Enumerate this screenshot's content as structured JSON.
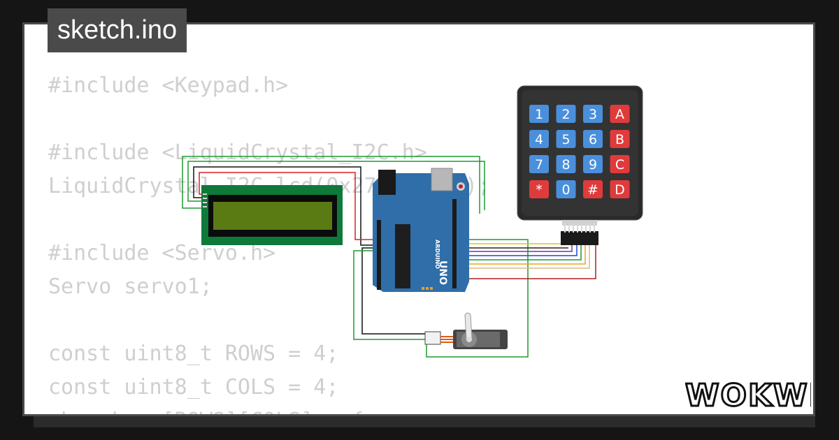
{
  "file_tab": {
    "label": "sketch.ino"
  },
  "code_lines": [
    "#include <Keypad.h>",
    "",
    "#include <LiquidCrystal_I2C.h>",
    "LiquidCrystal_I2C lcd(0x27, 16, 2);",
    "",
    "#include <Servo.h>",
    "Servo servo1;",
    "",
    "const uint8_t ROWS = 4;",
    "const uint8_t COLS = 4;",
    "char keys[ROWS][COLS] = {"
  ],
  "keypad": {
    "keys": [
      "1",
      "2",
      "3",
      "A",
      "4",
      "5",
      "6",
      "B",
      "7",
      "8",
      "9",
      "C",
      "*",
      "0",
      "#",
      "D"
    ],
    "colors": {
      "number": "#4a8fdc",
      "letter": "#e03b3b",
      "body": "#2a2a2a"
    }
  },
  "arduino": {
    "brand": "ARDUINO",
    "model": "UNO"
  },
  "brand_logo": "WOKWI",
  "colors": {
    "code_text": "#cfcfcf",
    "board": "#2f6ea8",
    "lcd_green": "#0e7a3a",
    "lcd_screen": "#5a7a14"
  }
}
